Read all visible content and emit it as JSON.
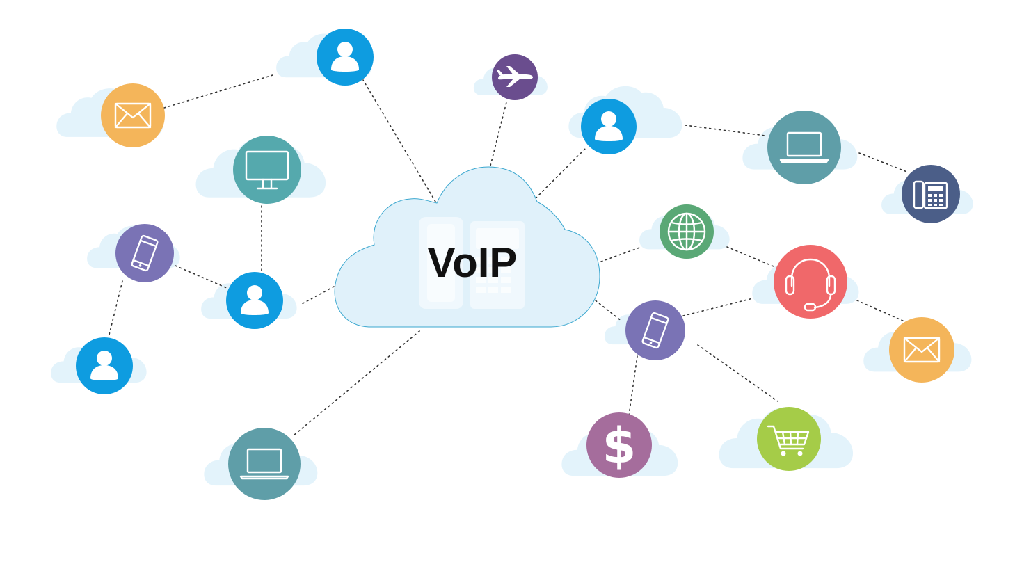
{
  "diagram": {
    "central_label": "VoIP",
    "colors": {
      "cloud": "#e3f3fb",
      "central_cloud": "#e0f1fa",
      "central_outline": "#3aa7cf",
      "user": "#0e9ce0",
      "email": "#f4b55a",
      "monitor": "#55a9ad",
      "laptop": "#5f9ea8",
      "mobile": "#7a73b5",
      "airplane": "#6a4d8e",
      "desk_phone": "#4b5e88",
      "globe": "#5aa876",
      "headset": "#f0686a",
      "dollar": "#a56d9c",
      "cart": "#a5cc48"
    },
    "nodes": [
      {
        "id": "user-top",
        "icon": "user-icon"
      },
      {
        "id": "email-left",
        "icon": "envelope-icon"
      },
      {
        "id": "monitor",
        "icon": "monitor-icon"
      },
      {
        "id": "mobile-left",
        "icon": "smartphone-icon"
      },
      {
        "id": "user-mid-left",
        "icon": "user-icon"
      },
      {
        "id": "user-bottom-left",
        "icon": "user-icon"
      },
      {
        "id": "laptop-bottom",
        "icon": "laptop-icon"
      },
      {
        "id": "airplane",
        "icon": "airplane-icon"
      },
      {
        "id": "user-right",
        "icon": "user-icon"
      },
      {
        "id": "laptop-right",
        "icon": "laptop-icon"
      },
      {
        "id": "desk-phone",
        "icon": "desk-phone-icon"
      },
      {
        "id": "globe",
        "icon": "globe-icon"
      },
      {
        "id": "headset",
        "icon": "headset-icon"
      },
      {
        "id": "email-right",
        "icon": "envelope-icon"
      },
      {
        "id": "mobile-right",
        "icon": "smartphone-icon"
      },
      {
        "id": "dollar",
        "icon": "dollar-icon",
        "label": "$"
      },
      {
        "id": "cart",
        "icon": "shopping-cart-icon"
      }
    ],
    "edges": [
      [
        "voip",
        "user-top"
      ],
      [
        "user-top",
        "email-left"
      ],
      [
        "voip",
        "airplane"
      ],
      [
        "voip",
        "user-right"
      ],
      [
        "user-right",
        "laptop-right"
      ],
      [
        "laptop-right",
        "desk-phone"
      ],
      [
        "voip",
        "user-mid-left"
      ],
      [
        "user-mid-left",
        "monitor"
      ],
      [
        "user-mid-left",
        "mobile-left"
      ],
      [
        "mobile-left",
        "user-bottom-left"
      ],
      [
        "voip",
        "laptop-bottom"
      ],
      [
        "voip",
        "globe"
      ],
      [
        "globe",
        "headset"
      ],
      [
        "headset",
        "email-right"
      ],
      [
        "voip",
        "mobile-right"
      ],
      [
        "mobile-right",
        "headset"
      ],
      [
        "mobile-right",
        "dollar"
      ],
      [
        "mobile-right",
        "cart"
      ]
    ]
  }
}
